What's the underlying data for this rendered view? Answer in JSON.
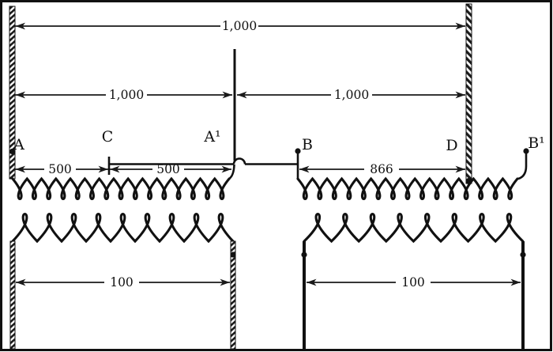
{
  "figure": {
    "background": "#ffffff",
    "ink": "#1a1a1a",
    "points": {
      "a": "A",
      "c": "C",
      "a1": "A¹",
      "b": "B",
      "d": "D",
      "b1": "B¹"
    },
    "dimensions": {
      "overall": "1,000",
      "left_half": "1,000",
      "right_half": "1,000",
      "a_to_c": "500",
      "c_to_a1": "500",
      "b_to_d": "866",
      "lower_left": "100",
      "lower_right": "100"
    }
  }
}
